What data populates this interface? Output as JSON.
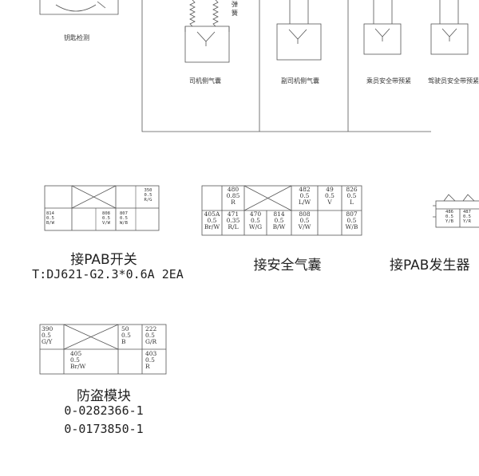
{
  "top": {
    "key_detect_label": "钥匙检测",
    "spring_label": "弹簧",
    "driver_airbag_label": "司机侧气囊",
    "codriver_airbag_label": "副司机侧气囊",
    "passenger_belt_label": "乘员安全带预紧",
    "driver_belt_label": "驾驶员安全带预紧"
  },
  "pab_switch": {
    "title": "接PAB开关",
    "spec": "T:DJ621-G2.3*0.6A 2EA",
    "pins": [
      {
        "num": "350",
        "size": "0.5",
        "color": "R/G"
      },
      {
        "num": "814",
        "size": "0.5",
        "color": "B/W"
      },
      {
        "num": "808",
        "size": "0.5",
        "color": "V/W"
      },
      {
        "num": "807",
        "size": "0.5",
        "color": "W/B"
      }
    ]
  },
  "airbag": {
    "title": "接安全气囊",
    "top_pins": [
      {
        "num": "480",
        "size": "0.85",
        "color": "R"
      },
      {
        "num": "482",
        "size": "0.5",
        "color": "L/W"
      },
      {
        "num": "49",
        "size": "0.5",
        "color": "V"
      },
      {
        "num": "826",
        "size": "0.5",
        "color": "L"
      }
    ],
    "bottom_pins": [
      {
        "num": "405A",
        "size": "0.5",
        "color": "Br/W"
      },
      {
        "num": "471",
        "size": "0.35",
        "color": "R/L"
      },
      {
        "num": "470",
        "size": "0.5",
        "color": "W/G"
      },
      {
        "num": "814",
        "size": "0.5",
        "color": "B/W"
      },
      {
        "num": "808",
        "size": "0.5",
        "color": "V/W"
      },
      {
        "num": "807",
        "size": "0.5",
        "color": "W/B"
      }
    ]
  },
  "pab_generator": {
    "title": "接PAB发生器",
    "pins": [
      {
        "num": "486",
        "size": "0.5",
        "color": "Y/B"
      },
      {
        "num": "487",
        "size": "0.5",
        "color": "Y/R"
      }
    ]
  },
  "antitheft": {
    "title": "防盗模块",
    "part1": "0-0282366-1",
    "part2": "0-0173850-1",
    "pins": [
      {
        "num": "390",
        "size": "0.5",
        "color": "G/Y"
      },
      {
        "num": "50",
        "size": "0.5",
        "color": "B"
      },
      {
        "num": "222",
        "size": "0.5",
        "color": "G/R"
      },
      {
        "num": "405",
        "size": "0.5",
        "color": "Br/W"
      },
      {
        "num": "403",
        "size": "0.5",
        "color": "R"
      }
    ]
  }
}
